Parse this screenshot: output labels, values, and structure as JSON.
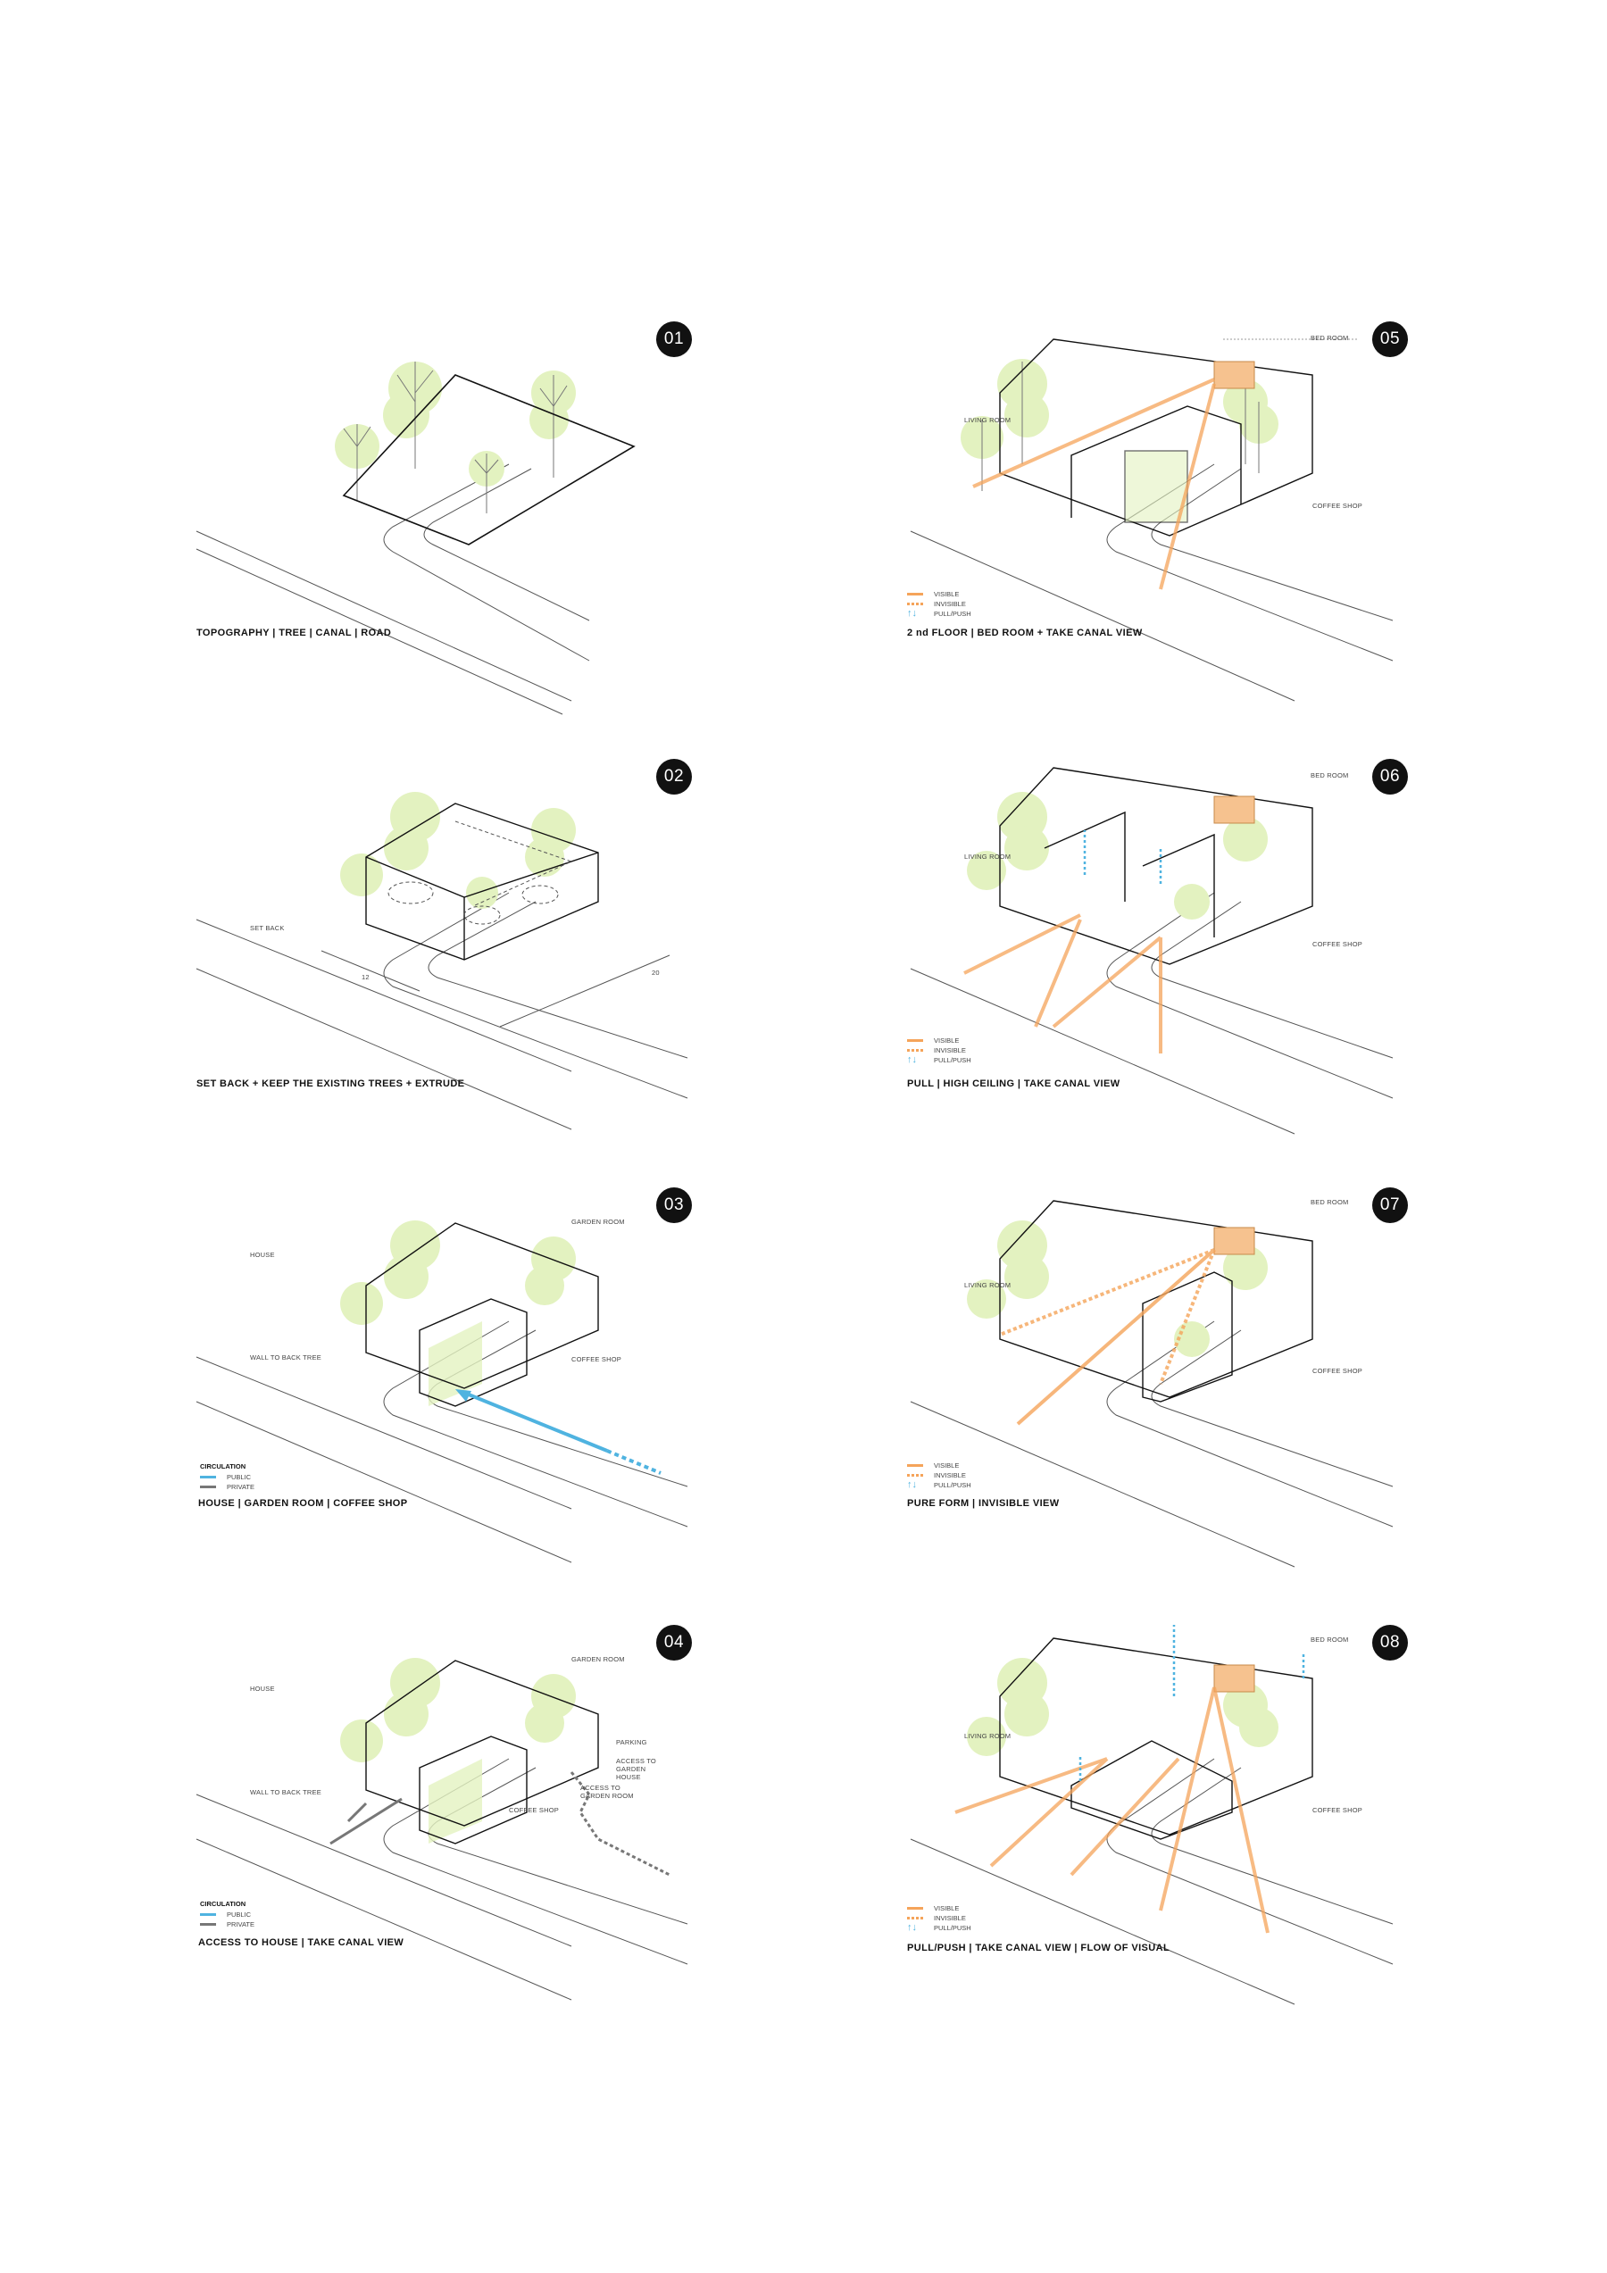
{
  "panels": [
    {
      "num": "01",
      "caption": "TOPOGRAPHY | TREE | CANAL | ROAD",
      "labels": []
    },
    {
      "num": "02",
      "caption": "SET BACK + KEEP THE EXISTING TREES + EXTRUDE",
      "labels": [
        "SET BACK",
        "12",
        "20"
      ]
    },
    {
      "num": "03",
      "caption": "HOUSE | GARDEN ROOM | COFFEE SHOP",
      "labels": [
        "GARDEN ROOM",
        "HOUSE",
        "WALL TO BACK TREE",
        "COFFEE SHOP"
      ]
    },
    {
      "num": "04",
      "caption": "ACCESS TO HOUSE | TAKE CANAL VIEW",
      "labels": [
        "GARDEN ROOM",
        "HOUSE",
        "PARKING",
        "ACCESS TO GARDEN HOUSE",
        "WALL TO BACK TREE",
        "ACCESS TO GARDEN ROOM",
        "COFFEE SHOP"
      ]
    },
    {
      "num": "05",
      "caption": "2 nd FLOOR | BED ROOM + TAKE CANAL VIEW",
      "labels": [
        "BED ROOM",
        "LIVING ROOM",
        "COFFEE SHOP"
      ]
    },
    {
      "num": "06",
      "caption": "PULL | HIGH CEILING | TAKE CANAL VIEW",
      "labels": [
        "BED ROOM",
        "LIVING ROOM",
        "COFFEE SHOP"
      ]
    },
    {
      "num": "07",
      "caption": "PURE FORM | INVISIBLE VIEW",
      "labels": [
        "BED ROOM",
        "LIVING ROOM",
        "COFFEE SHOP"
      ]
    },
    {
      "num": "08",
      "caption": "PULL/PUSH | TAKE CANAL VIEW | FLOW OF VISUAL",
      "labels": [
        "BED ROOM",
        "LIVING ROOM",
        "COFFEE SHOP"
      ]
    }
  ],
  "legend_view": {
    "visible": "VISIBLE",
    "invisible": "INVISIBLE",
    "pullpush": "PULL/PUSH",
    "pullpush_icon": "↑↓"
  },
  "legend_circ": {
    "title": "CIRCULATION",
    "public": "PUBLIC",
    "private": "PRIVATE"
  },
  "colors": {
    "visible": "#f5a45a",
    "public": "#4fb3e0",
    "private": "#777777",
    "tree": "#e3f2c0",
    "bedroom": "#f6c28f"
  }
}
